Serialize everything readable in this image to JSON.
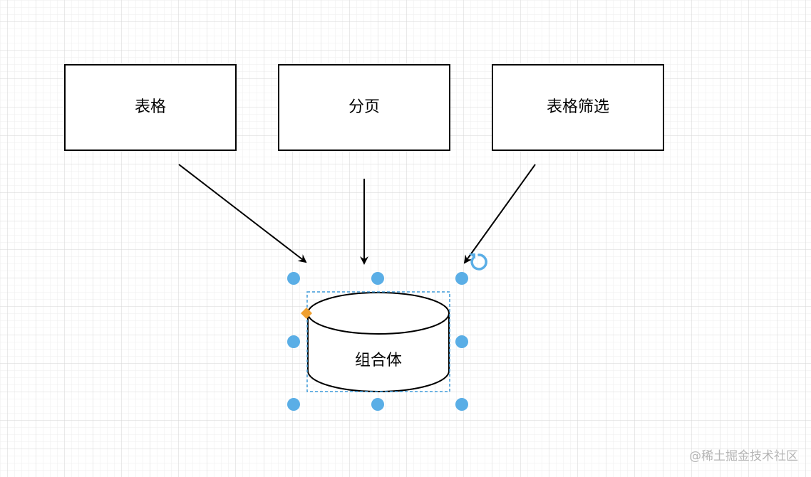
{
  "diagram": {
    "nodes": [
      {
        "id": "table",
        "label": "表格",
        "shape": "rectangle"
      },
      {
        "id": "pagination",
        "label": "分页",
        "shape": "rectangle"
      },
      {
        "id": "table-filter",
        "label": "表格筛选",
        "shape": "rectangle"
      },
      {
        "id": "composite",
        "label": "组合体",
        "shape": "cylinder",
        "selected": true
      }
    ],
    "edges": [
      {
        "from": "table",
        "to": "composite"
      },
      {
        "from": "pagination",
        "to": "composite"
      },
      {
        "from": "table-filter",
        "to": "composite"
      }
    ]
  },
  "colors": {
    "grid_major": "#d6d6d6",
    "grid_minor": "#eeeeee",
    "stroke": "#000000",
    "handle": "#5aaee6",
    "selection": "#3d9ad8",
    "warning_handle": "#f0a030"
  },
  "icons": {
    "rotate": "rotate-icon",
    "handle": "resize-handle"
  },
  "watermark": "@稀土掘金技术社区"
}
